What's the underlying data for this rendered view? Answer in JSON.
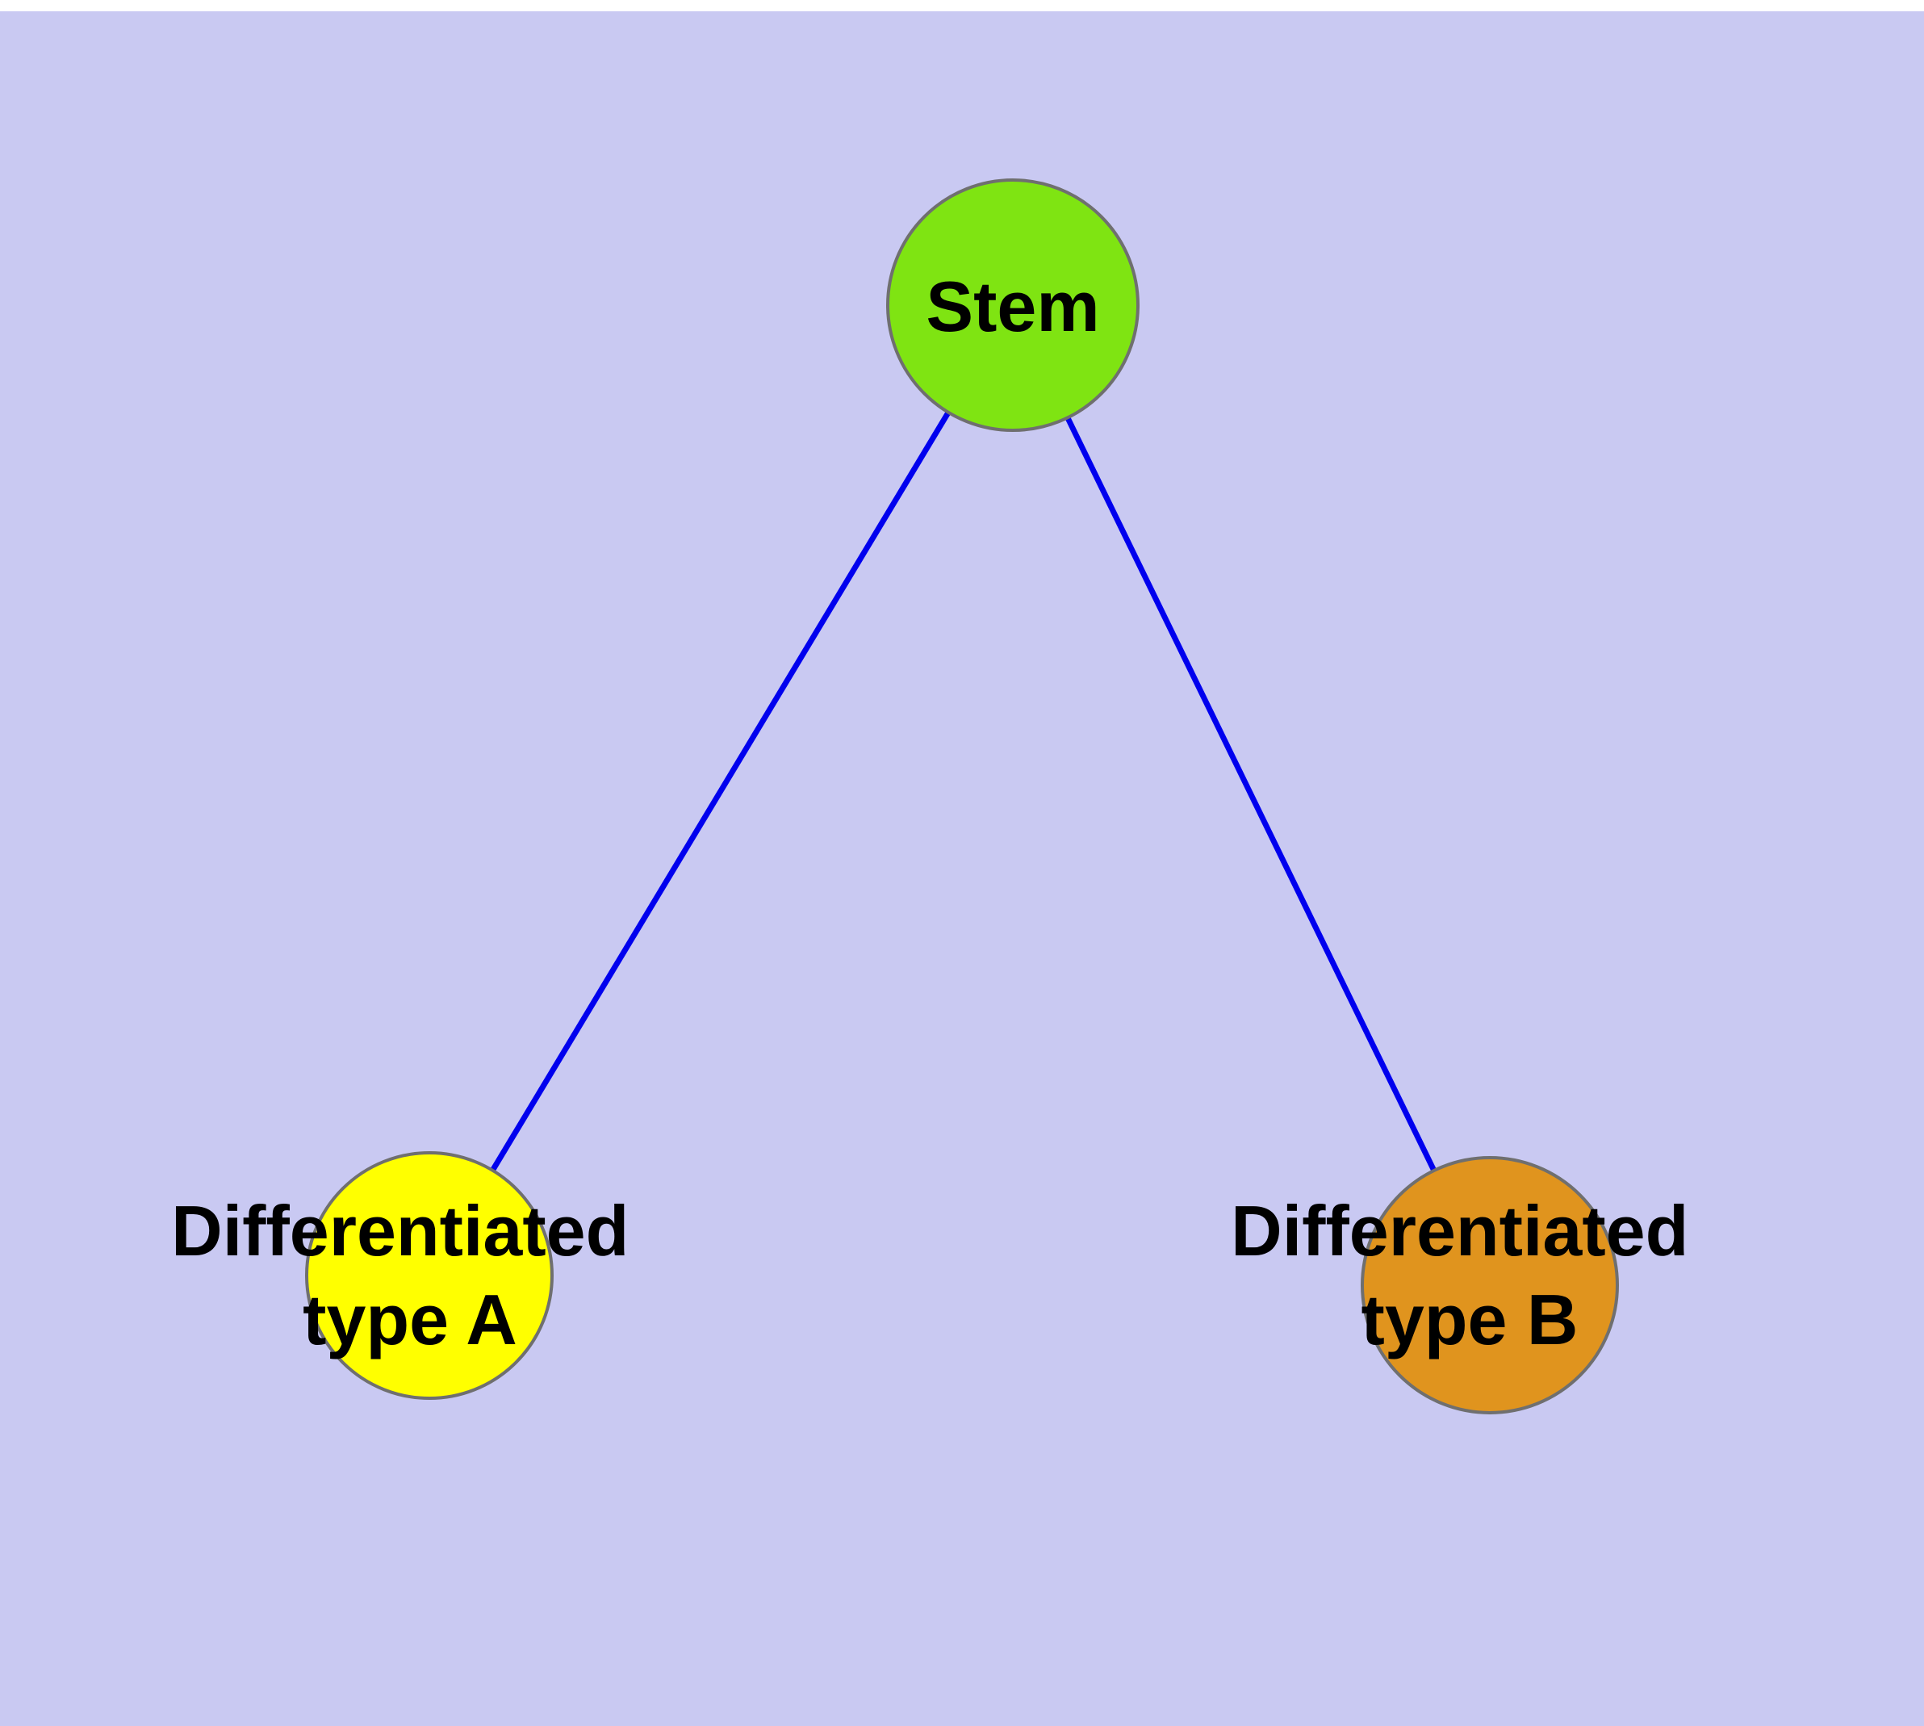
{
  "diagram": {
    "background_color": "#c9c9f2",
    "edge_color": "#0000ee",
    "node_stroke_color": "#6f6f6f",
    "nodes": {
      "stem": {
        "label": "Stem",
        "color": "#7fe412"
      },
      "type_a": {
        "label_line1": "Differentiated",
        "label_line2": "type A",
        "color": "#ffff00"
      },
      "type_b": {
        "label_line1": "Differentiated",
        "label_line2": "type B",
        "color": "#e0941e"
      }
    },
    "edges": [
      {
        "from": "Stem",
        "to": "Differentiated type A"
      },
      {
        "from": "Stem",
        "to": "Differentiated type B"
      }
    ]
  }
}
